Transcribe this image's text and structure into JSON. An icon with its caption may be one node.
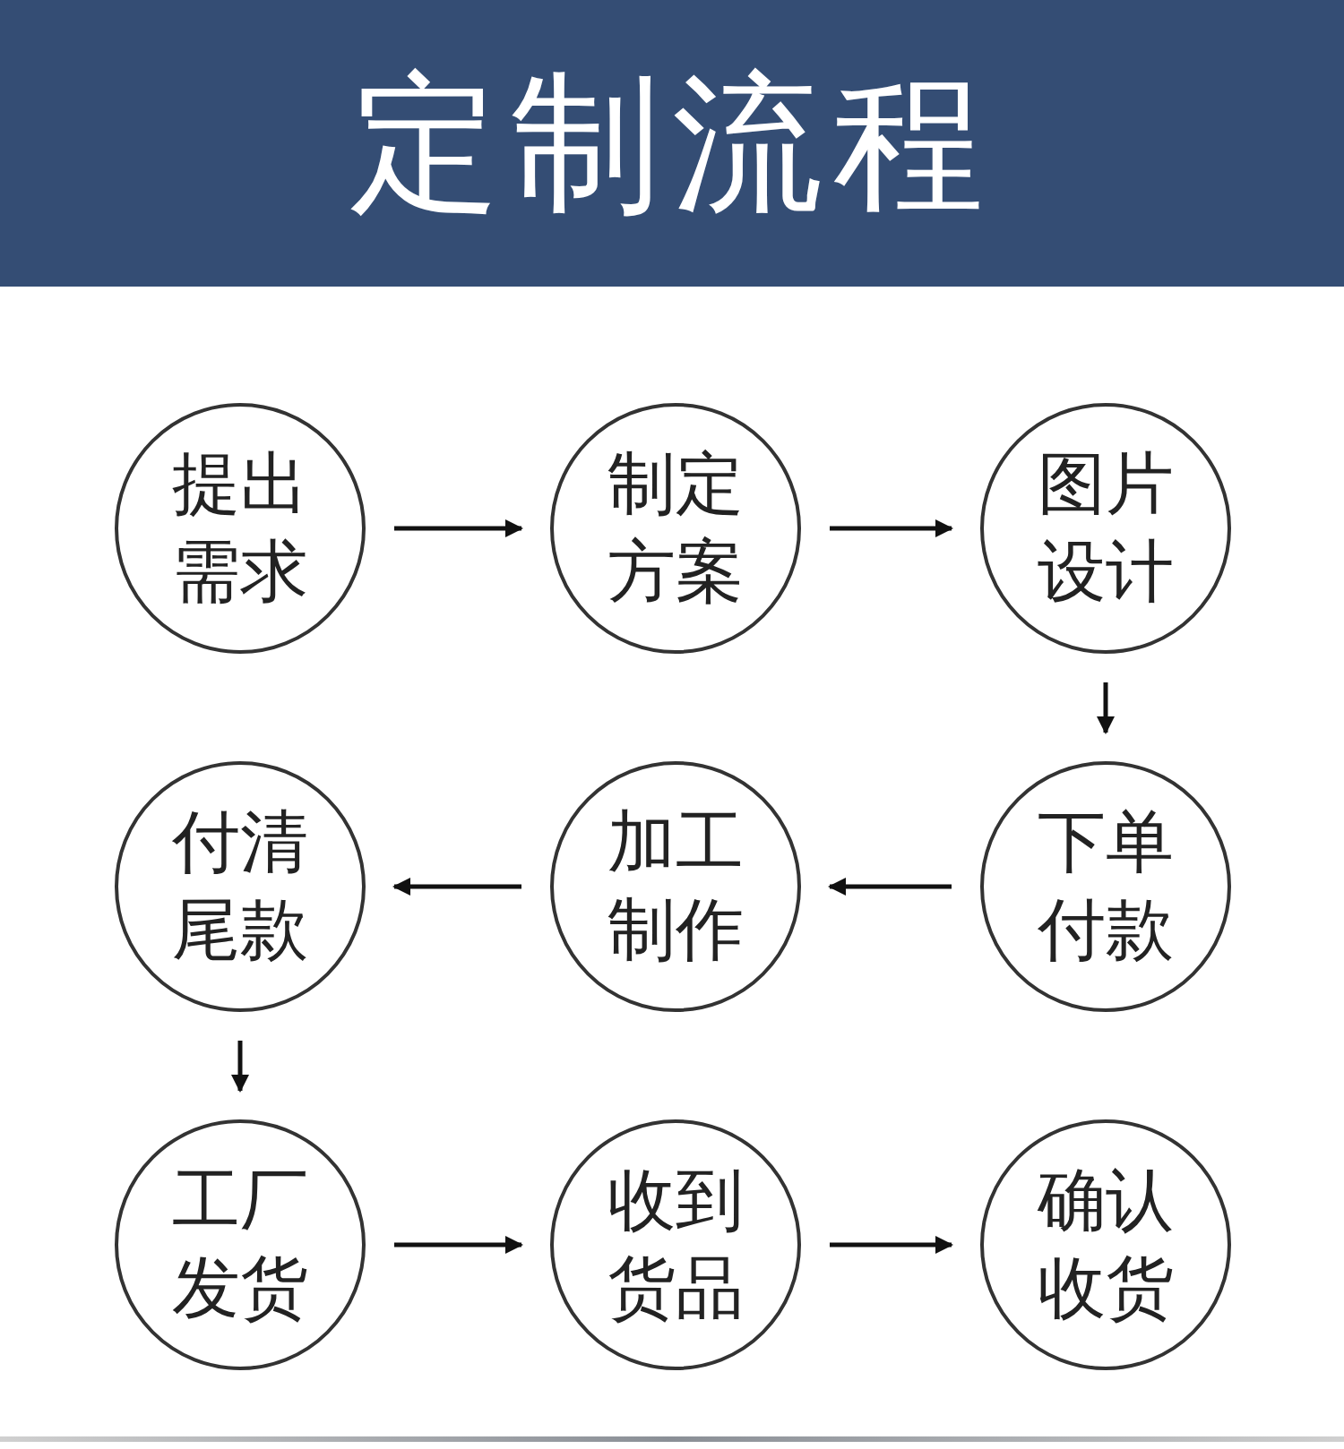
{
  "diagram": {
    "title": "定制流程",
    "nodes": [
      {
        "text": [
          "提出需求"
        ]
      },
      {
        "text": [
          "制定方案"
        ]
      },
      {
        "text": [
          "图片设计"
        ]
      },
      {
        "text": [
          "下单付款"
        ]
      },
      {
        "text": [
          "加工制作"
        ]
      },
      {
        "text": [
          "付清尾款"
        ]
      },
      {
        "text": [
          "工厂发货"
        ]
      },
      {
        "text": [
          "收到货品"
        ]
      },
      {
        "text": [
          "确认收货"
        ]
      }
    ],
    "edges": [
      {
        "from": 0,
        "to": 1,
        "arrow": "to"
      },
      {
        "from": 1,
        "to": 2,
        "arrow": "to"
      },
      {
        "from": 2,
        "to": 3,
        "arrow": "to"
      },
      {
        "from": 3,
        "to": 4,
        "arrow": "to"
      },
      {
        "from": 4,
        "to": 5,
        "arrow": "to"
      },
      {
        "from": 5,
        "to": 6,
        "arrow": "to"
      },
      {
        "from": 6,
        "to": 7,
        "arrow": "to"
      },
      {
        "from": 7,
        "to": 8,
        "arrow": "to"
      }
    ]
  }
}
